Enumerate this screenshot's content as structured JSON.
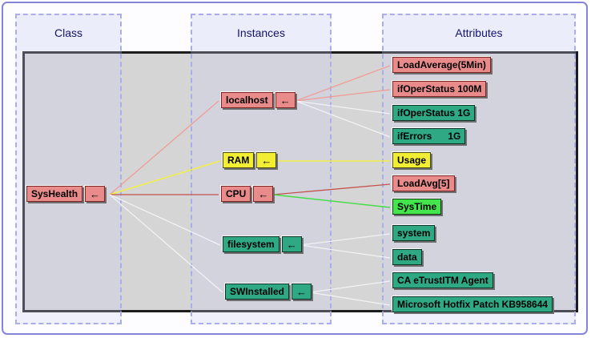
{
  "lanes": [
    {
      "label": "Class"
    },
    {
      "label": "Instances"
    },
    {
      "label": "Attributes"
    }
  ],
  "icons": {
    "back_arrow": "←"
  },
  "class_nodes": [
    {
      "label": "SysHealth",
      "color": "#ea8b8b"
    }
  ],
  "instance_nodes": [
    {
      "label": "localhost",
      "color": "#ea8b8b"
    },
    {
      "label": "RAM",
      "color": "#f2ee33"
    },
    {
      "label": "CPU",
      "color": "#ea8b8b"
    },
    {
      "label": "filesystem",
      "color": "#2fa884"
    },
    {
      "label": "SWInstalled",
      "color": "#2fa884"
    }
  ],
  "attribute_nodes": [
    {
      "label": "LoadAverage(5Min)",
      "color": "#ea8b8b"
    },
    {
      "label": "ifOperStatus 100M",
      "color": "#ea8b8b"
    },
    {
      "label": "ifOperStatus 1G",
      "color": "#2fa884"
    },
    {
      "label": "ifErrors      1G",
      "color": "#2fa884"
    },
    {
      "label": "Usage",
      "color": "#f2ee33"
    },
    {
      "label": "LoadAvg[5]",
      "color": "#ea8b8b"
    },
    {
      "label": "SysTime",
      "color": "#44e44c"
    },
    {
      "label": "system",
      "color": "#2fa884"
    },
    {
      "label": "data",
      "color": "#2fa884"
    },
    {
      "label": "CA eTrustITM Agent",
      "color": "#2fa884"
    },
    {
      "label": "Microsoft Hotfix Patch KB958644",
      "color": "#2fa884"
    }
  ],
  "edges": [
    {
      "from": "SysHealth",
      "to": "localhost",
      "color": "#ef9e96"
    },
    {
      "from": "SysHealth",
      "to": "RAM",
      "color": "#f1ef45"
    },
    {
      "from": "SysHealth",
      "to": "CPU",
      "color": "#c4524c"
    },
    {
      "from": "SysHealth",
      "to": "filesystem",
      "color": "#f2f2f4"
    },
    {
      "from": "SysHealth",
      "to": "SWInstalled",
      "color": "#f2f2f4"
    },
    {
      "from": "localhost",
      "to": "LoadAverage(5Min)",
      "color": "#ef9e96"
    },
    {
      "from": "localhost",
      "to": "ifOperStatus 100M",
      "color": "#ef9e96"
    },
    {
      "from": "localhost",
      "to": "ifOperStatus 1G",
      "color": "#f2f2f4"
    },
    {
      "from": "localhost",
      "to": "ifErrors      1G",
      "color": "#f2f2f4"
    },
    {
      "from": "RAM",
      "to": "Usage",
      "color": "#f1ef45"
    },
    {
      "from": "CPU",
      "to": "LoadAvg[5]",
      "color": "#c4524c"
    },
    {
      "from": "CPU",
      "to": "SysTime",
      "color": "#44dd44"
    },
    {
      "from": "filesystem",
      "to": "system",
      "color": "#f2f2f4"
    },
    {
      "from": "filesystem",
      "to": "data",
      "color": "#f2f2f4"
    },
    {
      "from": "SWInstalled",
      "to": "CA eTrustITM Agent",
      "color": "#f2f2f4"
    },
    {
      "from": "SWInstalled",
      "to": "Microsoft Hotfix Patch KB958644",
      "color": "#f2f2f4"
    }
  ],
  "palette": {
    "frame_border": "#8484d8",
    "lane_fill": "#ecedfb",
    "lane_border": "#a9aee8",
    "header_text": "#14146e",
    "canvas_bg": "#d5d5d5",
    "canvas_border": "#1c1c1c"
  }
}
